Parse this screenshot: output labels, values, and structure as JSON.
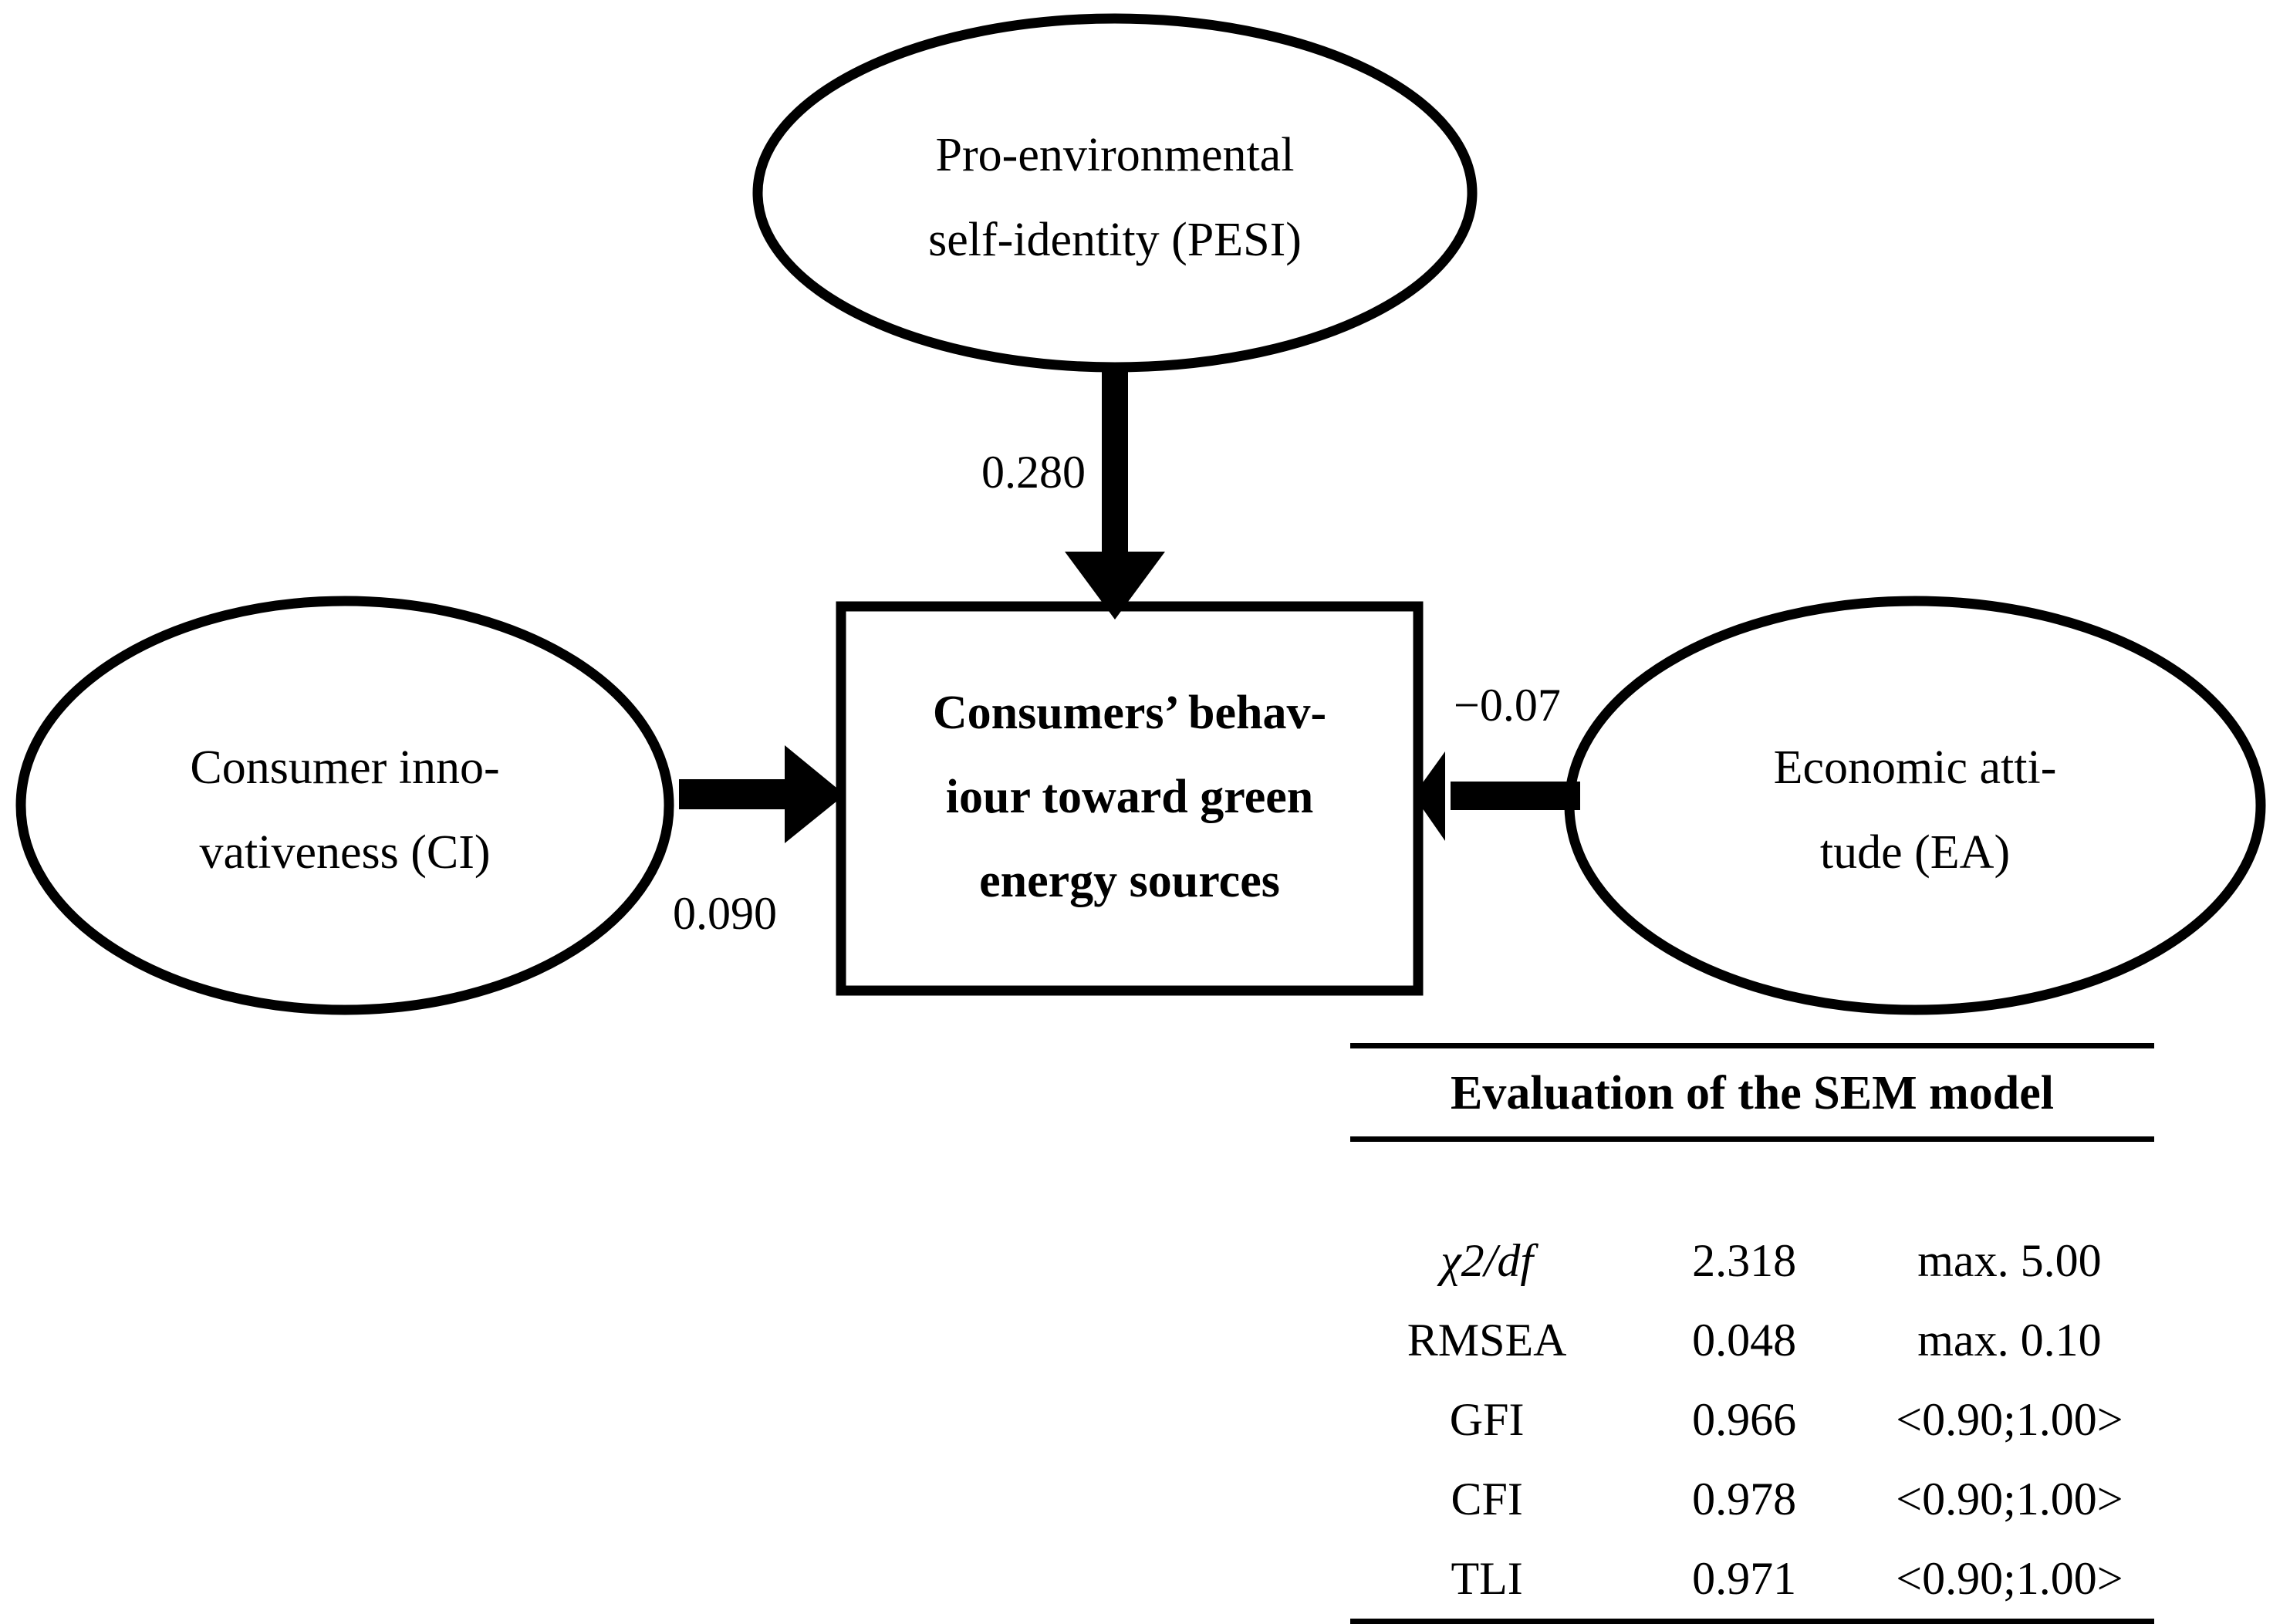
{
  "diagram": {
    "type": "sem-path-diagram",
    "nodes": {
      "pesi": {
        "shape": "ellipse",
        "label": "Pro-environmental\nself-identity (PESI)"
      },
      "ci": {
        "shape": "ellipse",
        "label": "Consumer inno-\nvativeness (CI)"
      },
      "ea": {
        "shape": "ellipse",
        "label": "Economic atti-\ntude (EA)"
      },
      "outcome": {
        "shape": "rectangle",
        "label": "Consumers’ behav-\niour toward green\nenergy sources"
      }
    },
    "paths": [
      {
        "from": "pesi",
        "to": "outcome",
        "coefficient": "0.280",
        "direction": "down"
      },
      {
        "from": "ci",
        "to": "outcome",
        "coefficient": "0.090",
        "direction": "right"
      },
      {
        "from": "ea",
        "to": "outcome",
        "coefficient": "−0.07",
        "direction": "left"
      }
    ]
  },
  "fit_table": {
    "title": "Evaluation of the SEM model",
    "rows": [
      {
        "metric": "χ2/df",
        "value": "2.318",
        "criterion": "max. 5.00",
        "italic": true
      },
      {
        "metric": "RMSEA",
        "value": "0.048",
        "criterion": "max. 0.10",
        "italic": false
      },
      {
        "metric": "GFI",
        "value": "0.966",
        "criterion": "<0.90;1.00>",
        "italic": false
      },
      {
        "metric": "CFI",
        "value": "0.978",
        "criterion": "<0.90;1.00>",
        "italic": false
      },
      {
        "metric": "TLI",
        "value": "0.971",
        "criterion": "<0.90;1.00>",
        "italic": false
      }
    ]
  },
  "colors": {
    "stroke": "#000000",
    "background": "#ffffff",
    "text": "#000000"
  }
}
